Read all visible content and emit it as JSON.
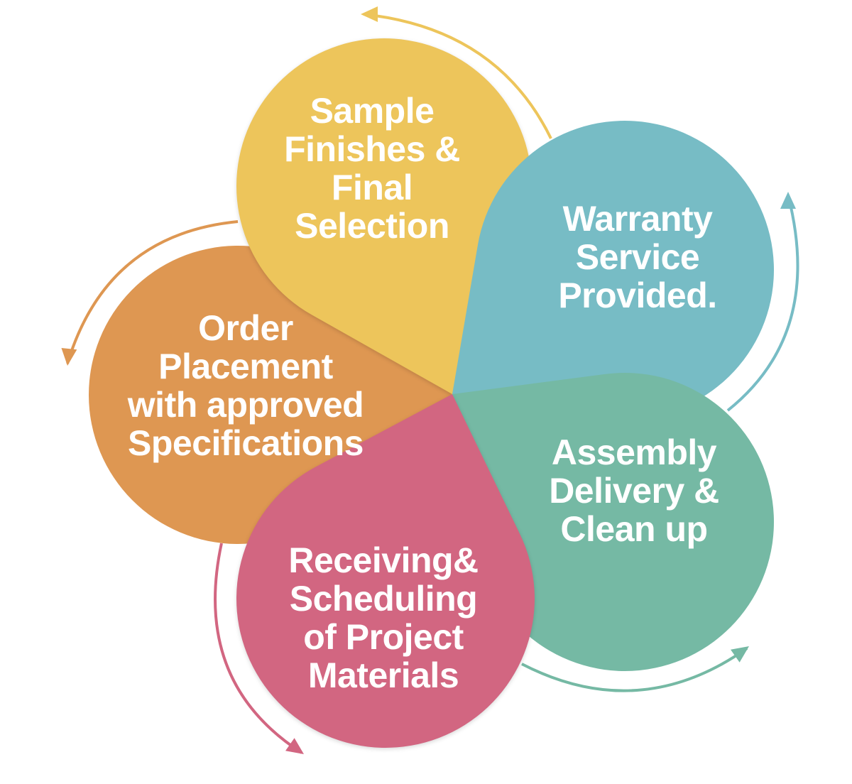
{
  "stages": [
    {
      "id": "order",
      "lines": [
        "Order",
        "Placement",
        "with approved",
        "Specifications"
      ],
      "color": "#DE9752"
    },
    {
      "id": "sample",
      "lines": [
        "Sample",
        "Finishes &",
        "Final",
        "Selection"
      ],
      "color": "#EDC55B"
    },
    {
      "id": "warranty",
      "lines": [
        "Warranty",
        "Service",
        "Provided."
      ],
      "color": "#77BCC5"
    },
    {
      "id": "assembly",
      "lines": [
        "Assembly",
        "Delivery &",
        "Clean up"
      ],
      "color": "#75B9A4"
    },
    {
      "id": "receiving",
      "lines": [
        "Receiving&",
        "Scheduling",
        "of Project",
        "Materials"
      ],
      "color": "#D26681"
    }
  ]
}
